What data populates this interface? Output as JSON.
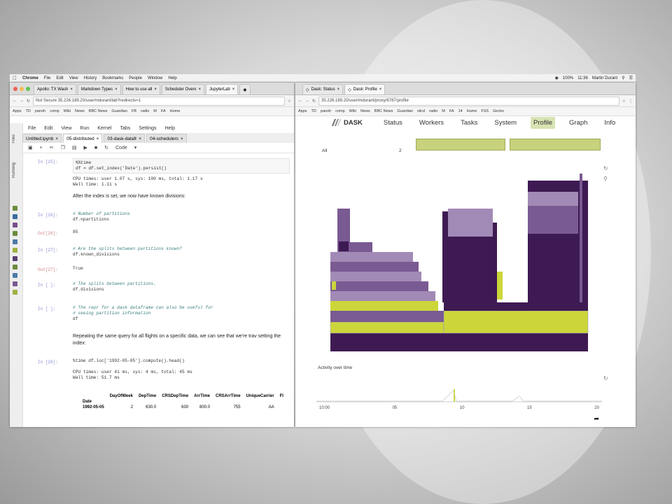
{
  "os_menubar": {
    "app": "Chrome",
    "menus": [
      "File",
      "Edit",
      "View",
      "History",
      "Bookmarks",
      "People",
      "Window",
      "Help"
    ],
    "battery": "100%",
    "time": "11:36",
    "user": "Martin Durant"
  },
  "left_browser": {
    "tabs": [
      "Apollo: TX Wash",
      "Markdown Types",
      "How to use all",
      "Scheduler Overv",
      "JupyterLab"
    ],
    "url": "Not Secure  35.226.189.20/user/mdurant/lab?redirects=1",
    "bookmarks": [
      "Apps",
      "TD",
      "panoh",
      "comp",
      "Wiki",
      "News",
      "BBC News",
      "Guardian",
      "FB",
      "radio",
      "M",
      "FA",
      "Hume"
    ],
    "menubar": [
      "File",
      "Edit",
      "View",
      "Run",
      "Kernel",
      "Tabs",
      "Settings",
      "Help"
    ],
    "sidebar_labels": [
      "Files",
      "Running"
    ],
    "notebook_tabs": [
      "Untitled.ipynb",
      "05-distributed",
      "03-dask-datafr",
      "04-schedulers"
    ],
    "toolbar_celltype": "Code",
    "cells": [
      {
        "prompt": "In [25]:",
        "code": [
          "%%time",
          "df = df.set_index('Date').persist()"
        ]
      },
      {
        "prompt": "",
        "output": [
          "CPU times: user 1.07 s, sys: 100 ms, total: 1.17 s",
          "Wall time: 1.11 s"
        ]
      },
      {
        "prompt": "",
        "markdown": "After the index is set, we now have known divisions:"
      },
      {
        "prompt": "In [26]:",
        "code": [
          "# Number of partitions",
          "df.npartitions"
        ]
      },
      {
        "prompt": "Out[26]:",
        "output": [
          "85"
        ]
      },
      {
        "prompt": "In [27]:",
        "code": [
          "# Are the splits between partitions known?",
          "df.known_divisions"
        ]
      },
      {
        "prompt": "Out[27]:",
        "output": [
          "True"
        ]
      },
      {
        "prompt": "In [ ]:",
        "code": [
          "# The splits between partitions.",
          "df.divisions"
        ]
      },
      {
        "prompt": "In [ ]:",
        "code": [
          "# The repr for a dask dataframe can also be useful for",
          "# seeing partition information",
          "df"
        ]
      },
      {
        "prompt": "",
        "markdown": "Repeating the same query for all flights on a specific data, we can see that we're trav setting the index:"
      },
      {
        "prompt": "In [28]:",
        "code": [
          "%time df.loc['1992-05-05'].compute().head()"
        ]
      },
      {
        "prompt": "",
        "output": [
          "CPU times: user 41 ms, sys: 4 ms, total: 45 ms",
          "Wall time: 51.7 ms"
        ]
      }
    ],
    "table": {
      "columns": [
        "DayOfWeek",
        "DepTime",
        "CRSDepTime",
        "ArrTime",
        "CRSArrTime",
        "UniqueCarrier",
        "FI"
      ],
      "index_label": "Date",
      "row": [
        "1992-05-05",
        "2",
        "630.0",
        "630",
        "800.0",
        "755",
        "AA"
      ]
    }
  },
  "right_browser": {
    "tabs": [
      "Dask: Status",
      "Dask: Profile"
    ],
    "url": "35.226.189.20/user/mdurant/proxy/8787/profile",
    "bookmarks": [
      "Apps",
      "TD",
      "panoh",
      "comp",
      "Wiki",
      "News",
      "BBC News",
      "Guardian",
      "slicd",
      "radio",
      "M",
      "FA",
      "14",
      "Hume",
      "FSS",
      "Gecko"
    ],
    "logo": "DASK",
    "nav": [
      "Status",
      "Workers",
      "Tasks",
      "System",
      "Profile",
      "Graph",
      "Info"
    ],
    "active_nav": "Profile",
    "select_value": "All",
    "select_number": "2",
    "activity_label": "Activity over time",
    "time_ticks": [
      "10:00",
      "05",
      "10",
      "15",
      "20"
    ],
    "colors": {
      "dark": "#3e1a52",
      "mid": "#7a5a92",
      "light": "#a28ab6",
      "lime": "#ccd63a",
      "button": "#c8d17c"
    }
  }
}
